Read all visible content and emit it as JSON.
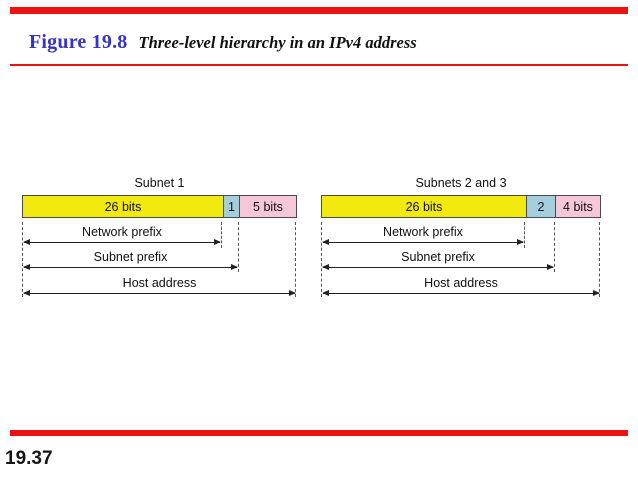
{
  "header": {
    "figure_label": "Figure 19.8",
    "figure_title": "Three-level hierarchy in an IPv4 address"
  },
  "footer": {
    "page_number": "19.37"
  },
  "colors": {
    "accent_red": "#EE1111",
    "figure_label_blue": "#3633C9",
    "field_yellow": "#F2E90E",
    "field_blue": "#A5CEDD",
    "field_pink": "#F7C7D9"
  },
  "diagrams": [
    {
      "title": "Subnet 1",
      "segments": [
        {
          "label": "26 bits",
          "color": "#F2E90E"
        },
        {
          "label": "1",
          "color": "#A5CEDD"
        },
        {
          "label": "5 bits",
          "color": "#F7C7D9"
        }
      ],
      "measures": [
        {
          "label": "Network prefix"
        },
        {
          "label": "Subnet prefix"
        },
        {
          "label": "Host address"
        }
      ]
    },
    {
      "title": "Subnets 2 and 3",
      "segments": [
        {
          "label": "26 bits",
          "color": "#F2E90E"
        },
        {
          "label": "2",
          "color": "#A5CEDD"
        },
        {
          "label": "4 bits",
          "color": "#F7C7D9"
        }
      ],
      "measures": [
        {
          "label": "Network prefix"
        },
        {
          "label": "Subnet prefix"
        },
        {
          "label": "Host address"
        }
      ]
    }
  ]
}
